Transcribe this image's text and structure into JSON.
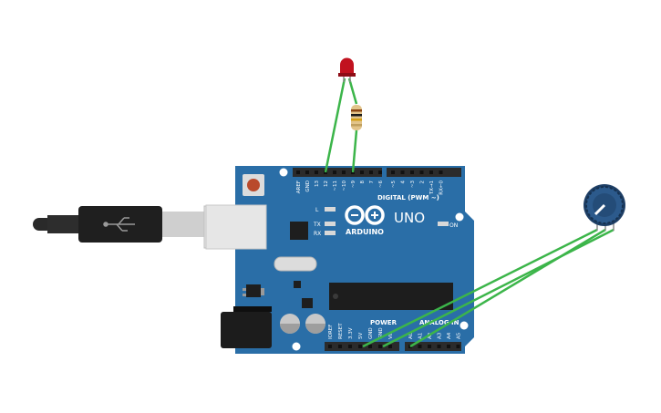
{
  "board": {
    "brand": "ARDUINO",
    "model": "UNO",
    "digital_label": "DIGITAL (PWM ~)",
    "power_label": "POWER",
    "analog_label": "ANALOG IN",
    "on_label": "ON",
    "l_label": "L",
    "tx_label": "TX",
    "rx_label": "RX",
    "digital_pins": [
      "AREF",
      "GND",
      "13",
      "12",
      "~11",
      "~10",
      "~9",
      "8",
      "7",
      "~6",
      "~5",
      "4",
      "~3",
      "2",
      "TX→1",
      "RX←0"
    ],
    "power_pins": [
      "IOREF",
      "RESET",
      "3.3V",
      "5V",
      "GND",
      "GND",
      "Vin"
    ],
    "analog_pins": [
      "A0",
      "A1",
      "A2",
      "A3",
      "A4",
      "A5"
    ]
  },
  "components": {
    "led": "red-led",
    "resistor": "resistor",
    "potentiometer": "potentiometer",
    "usb": "usb-cable"
  },
  "colors": {
    "board": "#2a6ea7",
    "wire": "#3cb54a",
    "led": "#c1121f"
  }
}
